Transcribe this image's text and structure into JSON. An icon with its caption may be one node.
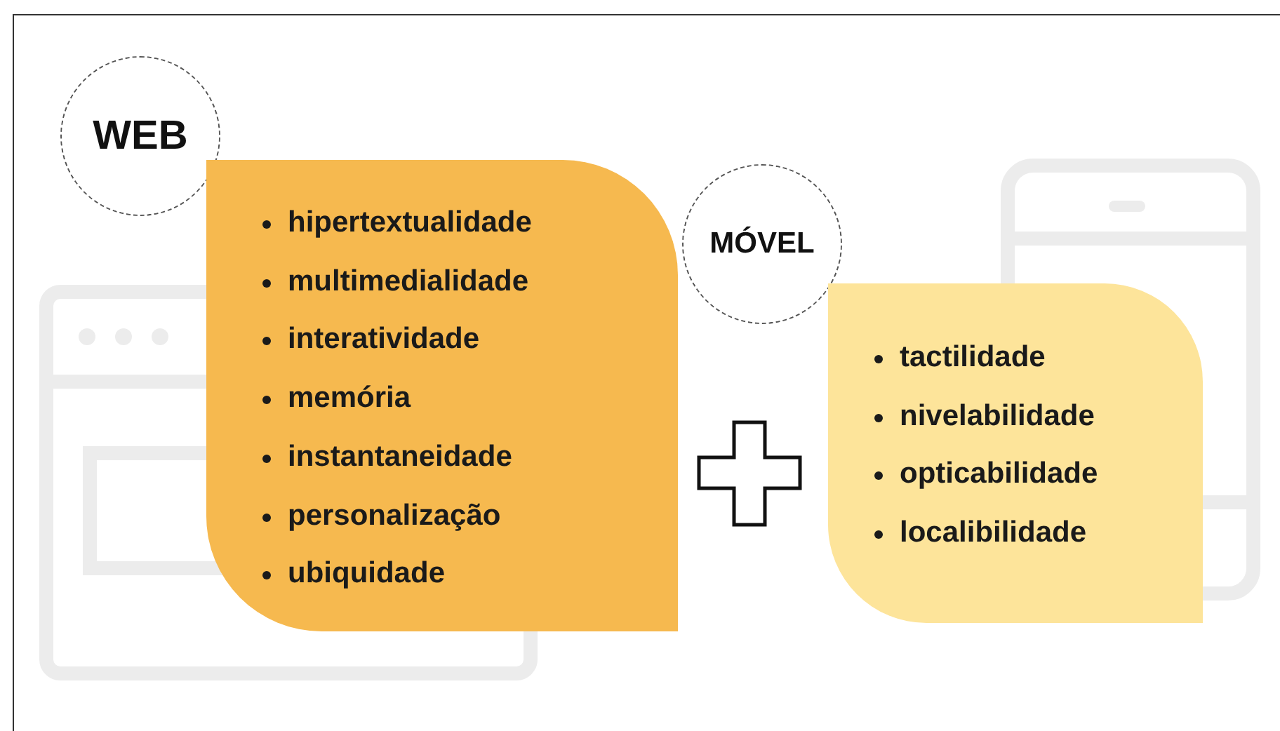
{
  "diagram": {
    "nodes": [
      {
        "text": [
          "WEB"
        ]
      },
      {
        "text": [
          "hipertextualidade",
          "multimedialidade",
          "interatividade",
          "memória",
          "instantaneidade",
          "personalização",
          "ubiquidade"
        ]
      },
      {
        "text": [
          "MÓVEL"
        ]
      },
      {
        "text": [
          "tactilidade",
          "nivelabilidade",
          "opticabilidade",
          "localibilidade"
        ]
      }
    ]
  }
}
